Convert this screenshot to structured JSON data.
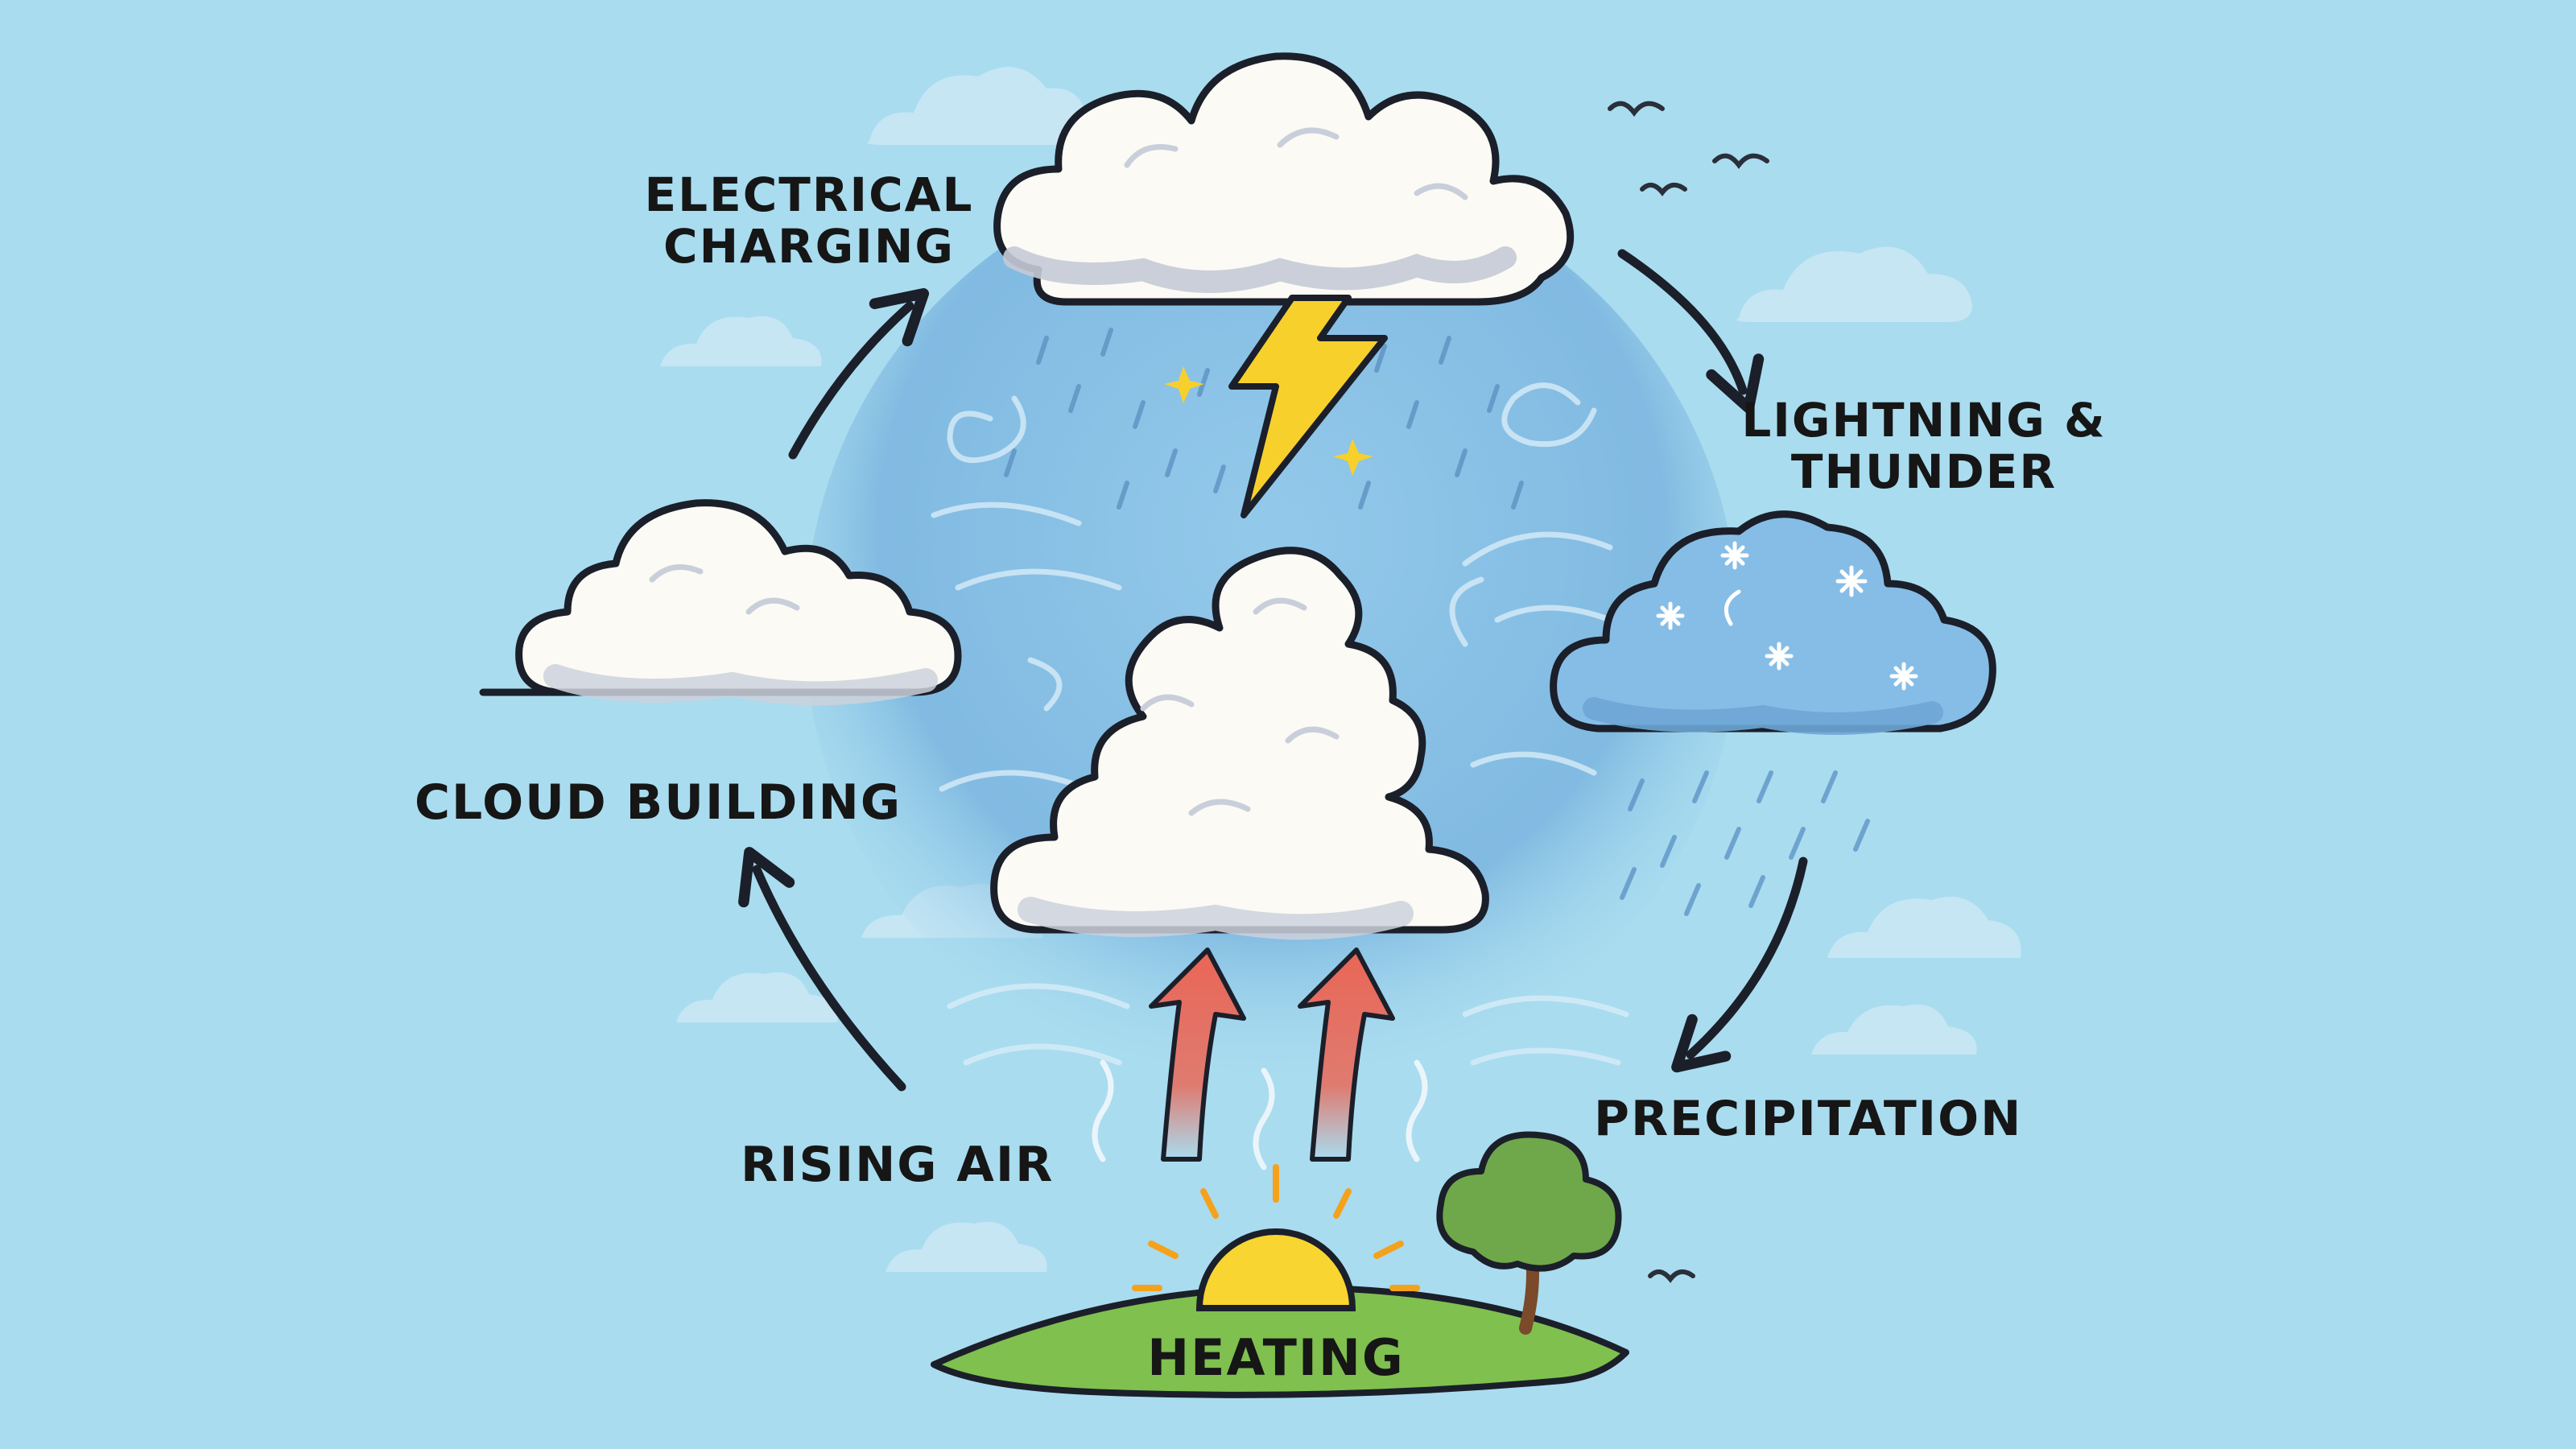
{
  "diagram": {
    "stages": {
      "electrical_charging": {
        "line1": "ELECTRICAL",
        "line2": "CHARGING"
      },
      "lightning_thunder": {
        "line1": "LIGHTNING &",
        "line2": "THUNDER"
      },
      "precipitation": "PRECIPITATION",
      "heating": "HEATING",
      "rising_air": "RISING AIR",
      "cloud_building": "CLOUD BUILDING"
    },
    "colors": {
      "sky": "#a9dcef",
      "sky_circle": "#7ab8e2",
      "cloud_fill": "#fbfaf4",
      "cloud_shade": "#d4d8e2",
      "storm_cloud": "#86bde6",
      "outline": "#1b1f2a",
      "lightning": "#f8d02c",
      "sun": "#f9d531",
      "grass": "#7fc04f",
      "heat_arrow": "#e96a5a"
    }
  }
}
